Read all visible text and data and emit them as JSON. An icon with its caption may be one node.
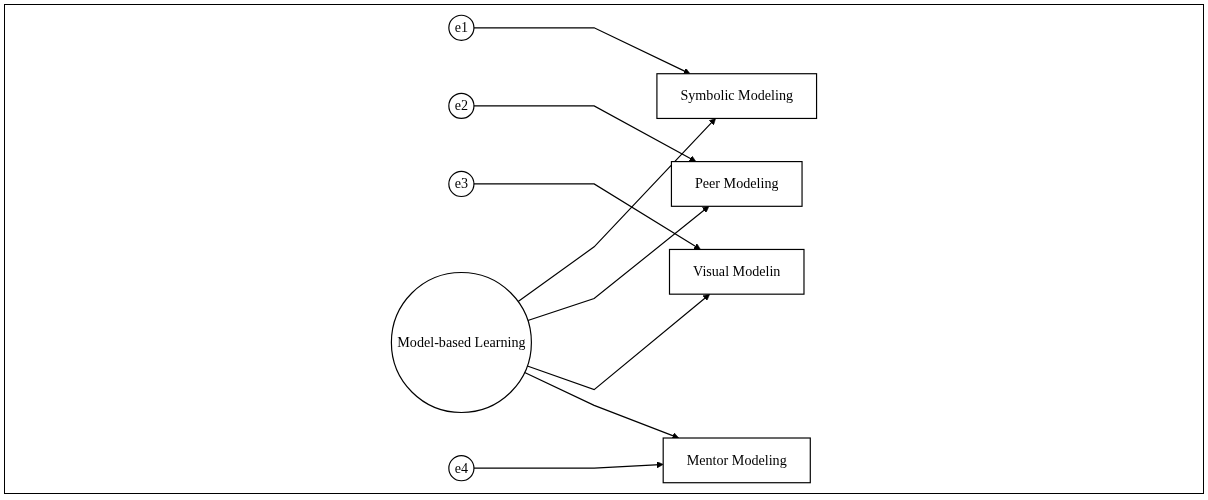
{
  "diagram": {
    "nodes": [
      {
        "text": [
          "e1"
        ]
      },
      {
        "text": [
          "e2"
        ]
      },
      {
        "text": [
          "e3"
        ]
      },
      {
        "text": [
          "e4"
        ]
      },
      {
        "text": [
          "Symbolic Modeling"
        ]
      },
      {
        "text": [
          "Peer Modeling"
        ]
      },
      {
        "text": [
          "Visual Modelin"
        ]
      },
      {
        "text": [
          "Mentor Modeling"
        ]
      },
      {
        "text": [
          "Model-based Learning"
        ]
      }
    ],
    "edges": [
      {
        "from": 0,
        "to": 4,
        "arrow": "to"
      },
      {
        "from": 1,
        "to": 5,
        "arrow": "to"
      },
      {
        "from": 2,
        "to": 6,
        "arrow": "to"
      },
      {
        "from": 3,
        "to": 7,
        "arrow": "to"
      },
      {
        "from": 8,
        "to": 4,
        "arrow": "to"
      },
      {
        "from": 8,
        "to": 5,
        "arrow": "to"
      },
      {
        "from": 8,
        "to": 6,
        "arrow": "to"
      },
      {
        "from": 8,
        "to": 7,
        "arrow": "to"
      }
    ]
  }
}
